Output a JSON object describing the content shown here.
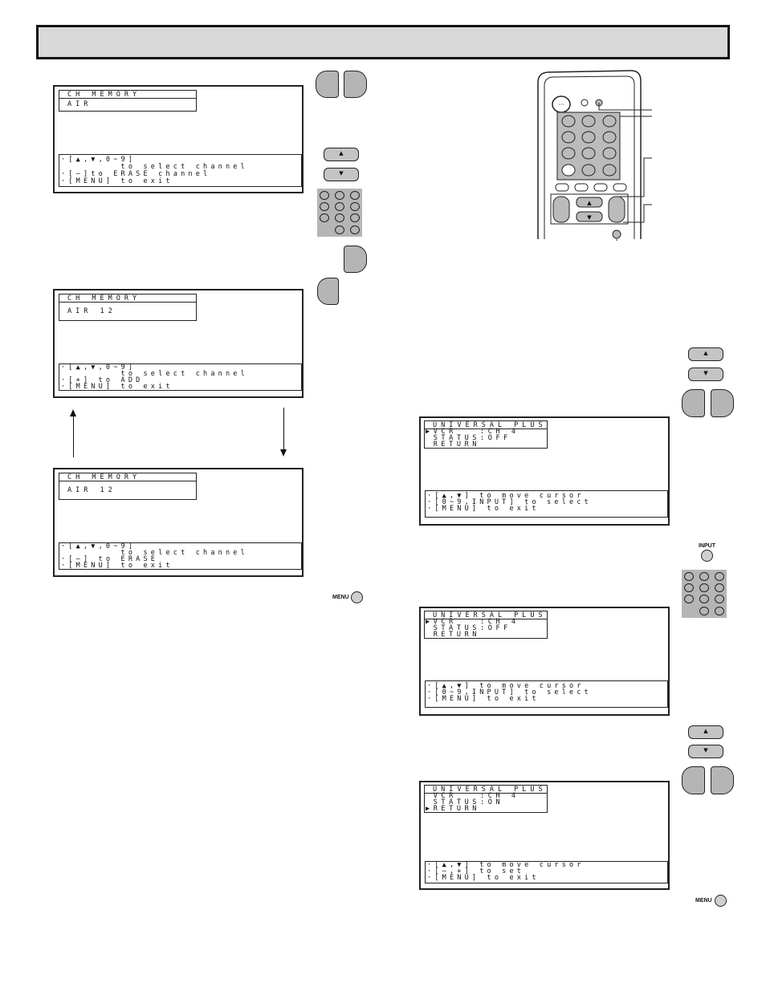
{
  "ch_screen_1": {
    "title": "CH MEMORY",
    "value": "AIR",
    "help": [
      "·[▲,▼,0~9]",
      "        to select channel",
      "·[–]to ERASE channel",
      "·[MENU] to exit"
    ]
  },
  "ch_screen_2": {
    "title": "CH MEMORY",
    "value": "AIR 12",
    "help": [
      "·[▲,▼,0~9]",
      "        to select channel",
      "·[+] to ADD",
      "·[MENU] to exit"
    ]
  },
  "ch_screen_3": {
    "title": "CH MEMORY",
    "value": "AIR 12",
    "help": [
      "·[▲,▼,0~9]",
      "        to select channel",
      "·[–] to ERASE",
      "·[MENU] to exit"
    ]
  },
  "up_screen_1": {
    "title": "UNIVERSAL PLUS",
    "items": [
      "▶VCR   :CH 4",
      " STATUS:OFF",
      " RETURN"
    ],
    "help": [
      "·[▲,▼] to move cursor",
      "·[0~9,INPUT] to select",
      "·[MENU] to exit"
    ]
  },
  "up_screen_2": {
    "title": "UNIVERSAL PLUS",
    "items": [
      "▶VCR   :CH 4",
      " STATUS:OFF",
      " RETURN"
    ],
    "help": [
      "·[▲,▼] to move cursor",
      "·[0~9,INPUT] to select",
      "·[MENU] to exit"
    ]
  },
  "up_screen_3": {
    "title": "UNIVERSAL PLUS",
    "items": [
      " VCR   :CH 4",
      " STATUS:ON",
      "▶RETURN"
    ],
    "help": [
      "·[▲,▼] to move cursor",
      "·[–,+] to set",
      "·[MENU] to exit"
    ]
  },
  "buttons": {
    "up_arrow": "▲",
    "down_arrow": "▼",
    "menu_label": "MENU",
    "input_label": "INPUT",
    "remote_power": "···"
  }
}
